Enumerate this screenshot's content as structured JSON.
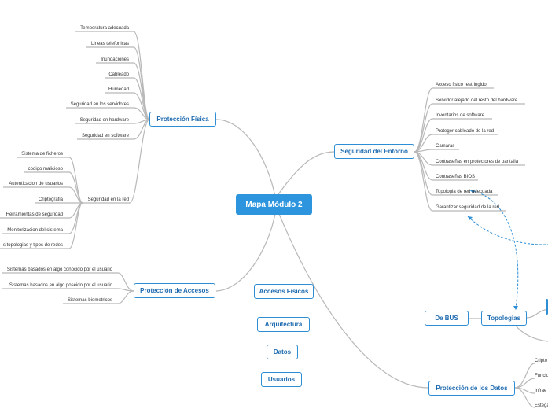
{
  "center": "Mapa Módulo 2",
  "proteccion_fisica": {
    "title": "Protección Física",
    "items": [
      "Temperatura adecuada",
      "Lineas telefonicas",
      "Inundaciones",
      "Cableado",
      "Humedad",
      "Seguridad en los servidores",
      "Seguridad en hardware",
      "Seguridad en software"
    ]
  },
  "seguridad_red": {
    "title": "Seguridad en la red",
    "items": [
      "Sistema de ficheros",
      "codigo malicioso",
      "Autenticacion de usuarios",
      "Criptografia",
      "Herramientas de seguridad",
      "Monitorizacion del sistema",
      "s topologias y tipos de redes"
    ]
  },
  "seguridad_entorno": {
    "title": "Seguridad del Entorno",
    "items": [
      "Acceso fisico restringido",
      "Servidor alejado del resto del hardware",
      "Inventarios de software",
      "Proteger cableado de la red",
      "Camaras",
      "Contraseñas en protectores de pantalla",
      "Contraseñas BIOS",
      "Topologia de red adecuada",
      "Garantizar seguridad de la red"
    ]
  },
  "proteccion_accesos": {
    "title": "Protección de Accesos",
    "items": [
      "Sistemas basados en algo conocido por el usuario",
      "Sistemas basados en algo poseido por el usuario",
      "Sistemas biometricos"
    ]
  },
  "floating": [
    "Accesos Fisicos",
    "Arquitectura",
    "Datos",
    "Usuarios"
  ],
  "topologias": {
    "title": "Topologias",
    "bus": "De BUS"
  },
  "proteccion_datos": {
    "title": "Protección de los Datos",
    "items": [
      "Cripto",
      "Funcio",
      "Infrae",
      "Estega"
    ]
  },
  "colors": {
    "accent": "#2d8ed6",
    "center_fill": "#2d95dd",
    "line": "#b8b8b8",
    "dashed": "#2d8ed6"
  }
}
